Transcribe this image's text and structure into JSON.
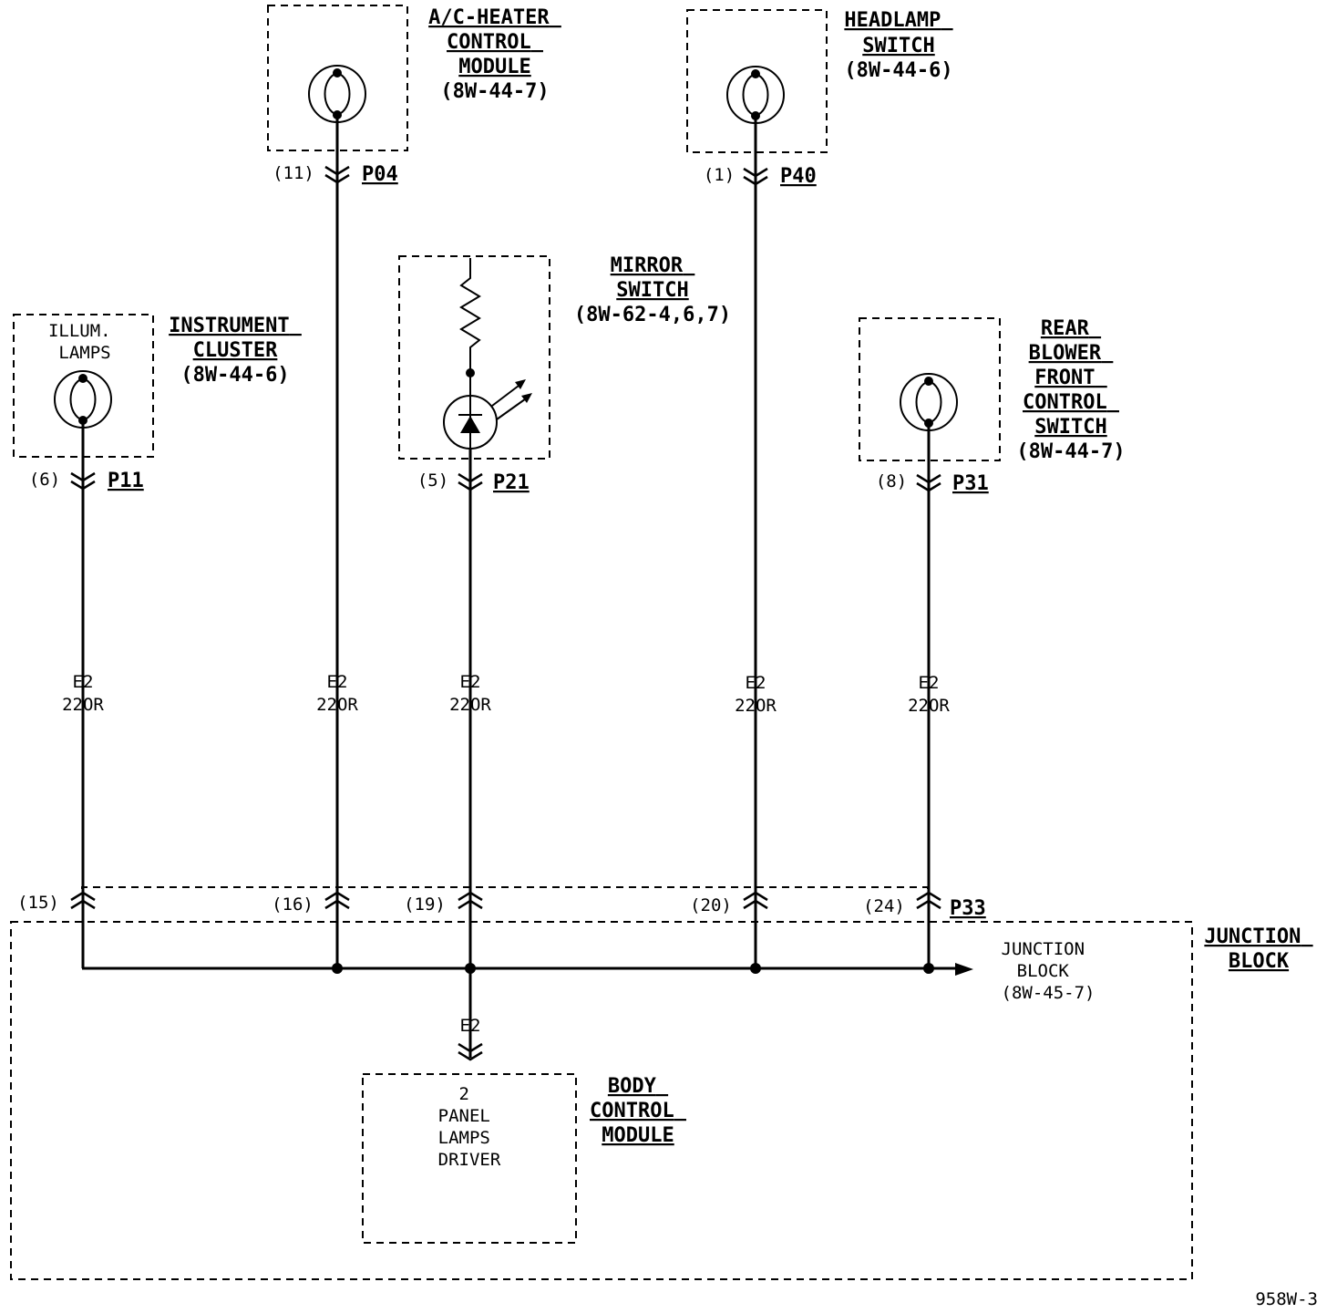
{
  "components": {
    "ac_heater": {
      "lines": [
        "A/C-HEATER",
        "CONTROL",
        "MODULE"
      ],
      "ref": "(8W-44-7)"
    },
    "headlamp": {
      "lines": [
        "HEADLAMP",
        "SWITCH"
      ],
      "ref": "(8W-44-6)"
    },
    "mirror": {
      "lines": [
        "MIRROR",
        "SWITCH"
      ],
      "ref": "(8W-62-4,6,7)"
    },
    "instrument": {
      "lines": [
        "INSTRUMENT",
        "CLUSTER"
      ],
      "ref": "(8W-44-6)",
      "inner": [
        "ILLUM.",
        "LAMPS"
      ]
    },
    "rear_blower": {
      "lines": [
        "REAR",
        "BLOWER",
        "FRONT",
        "CONTROL",
        "SWITCH"
      ],
      "ref": "(8W-44-7)"
    },
    "junction_block": {
      "lines": [
        "JUNCTION",
        "BLOCK"
      ],
      "inner": [
        "JUNCTION",
        "BLOCK",
        "(8W-45-7)"
      ]
    },
    "body_control": {
      "lines": [
        "BODY",
        "CONTROL",
        "MODULE"
      ],
      "inner": [
        "2",
        "PANEL",
        "LAMPS",
        "DRIVER"
      ]
    }
  },
  "connectors": {
    "p11": {
      "id": "P11",
      "pin": "(6)"
    },
    "p04": {
      "id": "P04",
      "pin": "(11)"
    },
    "p21": {
      "id": "P21",
      "pin": "(5)"
    },
    "p40": {
      "id": "P40",
      "pin": "(1)"
    },
    "p31": {
      "id": "P31",
      "pin": "(8)"
    },
    "p33": {
      "id": "P33",
      "pins": [
        "(15)",
        "(16)",
        "(19)",
        "(20)",
        "(24)"
      ]
    }
  },
  "wire": {
    "circuit": "E2",
    "spec": "22OR"
  },
  "drawing_number": "958W-3"
}
